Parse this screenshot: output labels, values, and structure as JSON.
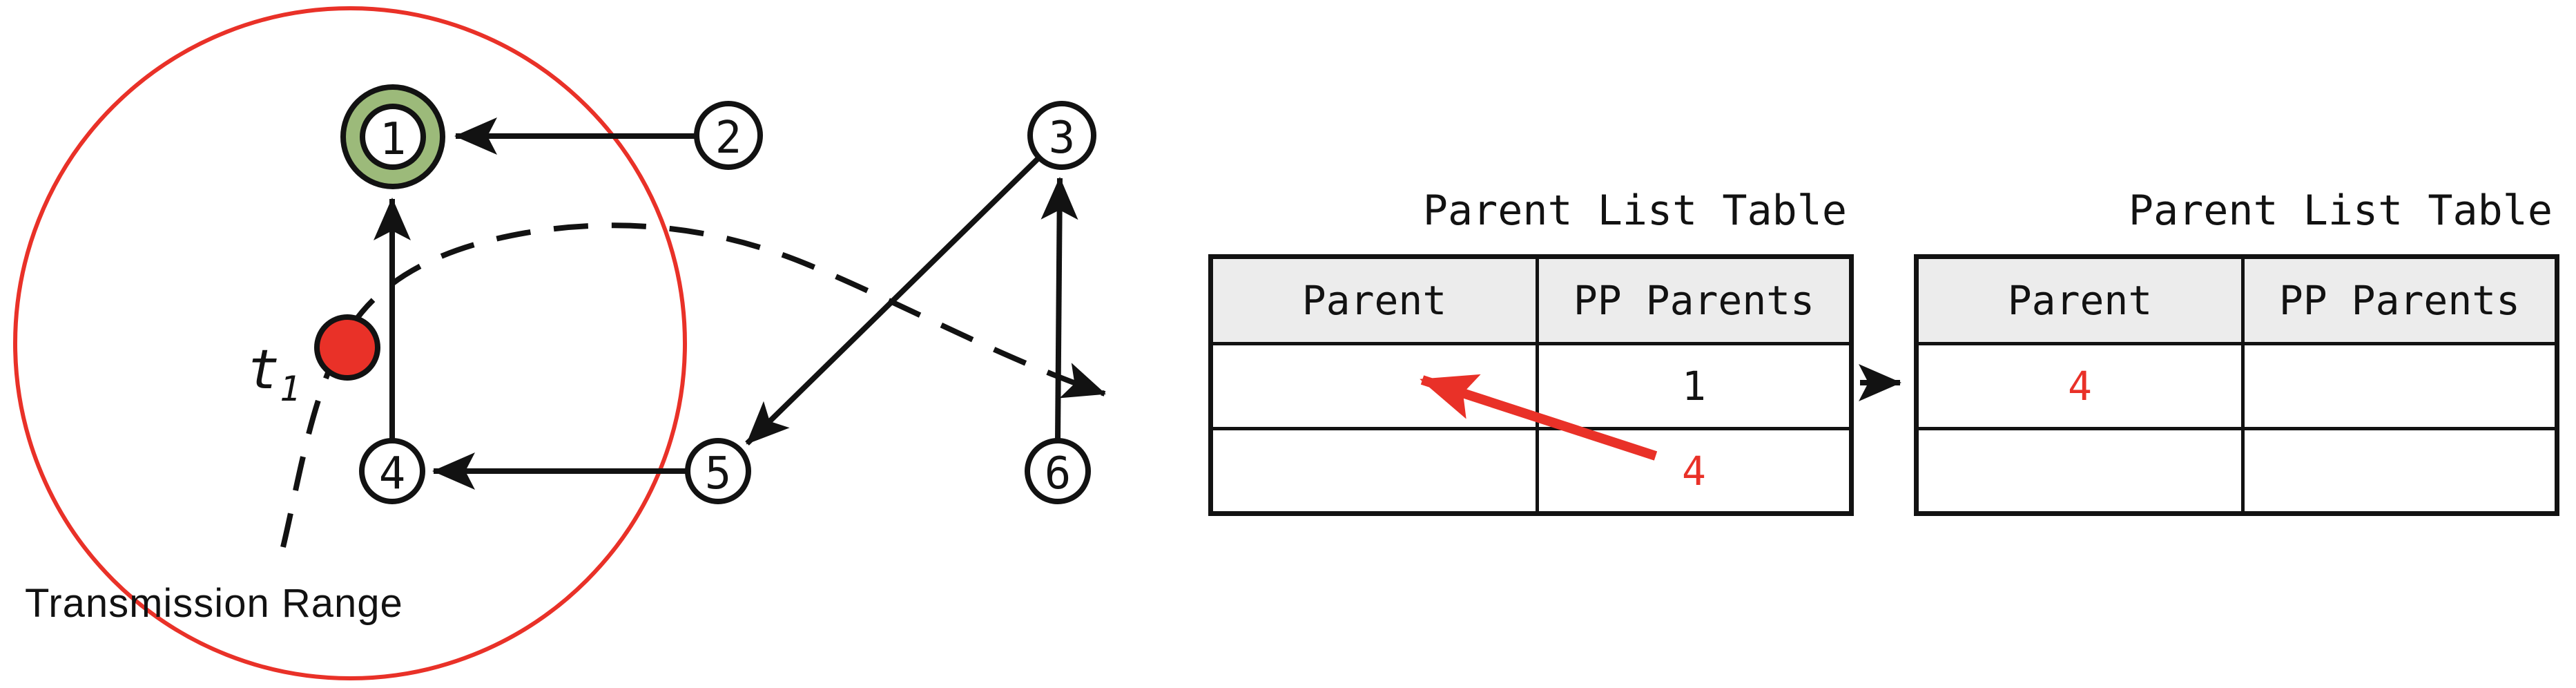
{
  "diagram": {
    "nodes": [
      {
        "label": "1",
        "highlighted": true
      },
      {
        "label": "2",
        "highlighted": false
      },
      {
        "label": "3",
        "highlighted": false
      },
      {
        "label": "4",
        "highlighted": false
      },
      {
        "label": "5",
        "highlighted": false
      },
      {
        "label": "6",
        "highlighted": false
      }
    ],
    "edges": [
      {
        "from": "2",
        "to": "1"
      },
      {
        "from": "4",
        "to": "1"
      },
      {
        "from": "5",
        "to": "4"
      },
      {
        "from": "3",
        "to": "5"
      },
      {
        "from": "6",
        "to": "3"
      }
    ],
    "labels": {
      "time": "t",
      "time_sub": "1",
      "range": "Transmission Range"
    },
    "colors": {
      "red": "#E93128",
      "green": "#9CBA7A",
      "header_gray": "#ECECEC",
      "black": "#121212"
    }
  },
  "tables": [
    {
      "title": "Parent List Table",
      "columns": [
        "Parent",
        "PP Parents"
      ],
      "rows": [
        [
          "",
          "1"
        ],
        [
          "",
          "4"
        ]
      ],
      "red_value": "4"
    },
    {
      "title": "Parent List Table",
      "columns": [
        "Parent",
        "PP Parents"
      ],
      "rows": [
        [
          "4",
          ""
        ],
        [
          "",
          ""
        ]
      ],
      "red_value": "4"
    }
  ]
}
